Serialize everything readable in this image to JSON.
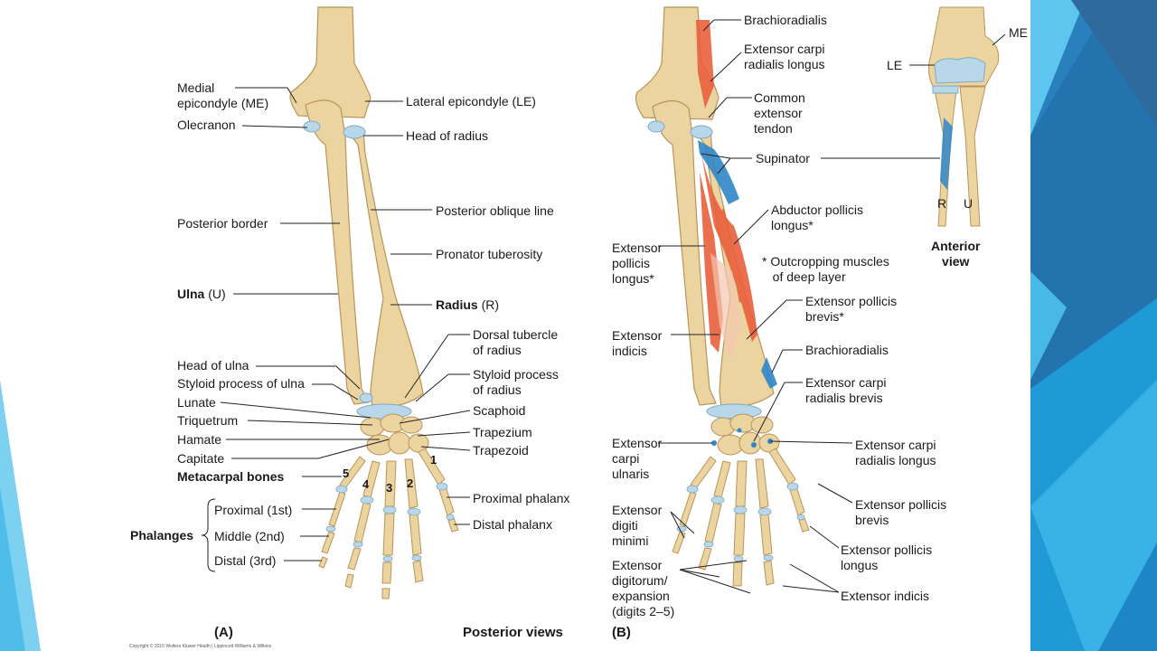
{
  "panel_a": {
    "letter": "(A)",
    "view_caption": "Posterior views",
    "labels": {
      "medial_epicondyle": "Medial\nepicondyle (ME)",
      "olecranon": "Olecranon",
      "lateral_epicondyle": "Lateral epicondyle (LE)",
      "head_of_radius": "Head of radius",
      "posterior_border": "Posterior border",
      "posterior_oblique_line": "Posterior oblique line",
      "pronator_tuberosity": "Pronator tuberosity",
      "ulna_name": "Ulna",
      "ulna_abbr": " (U)",
      "radius_name": "Radius",
      "radius_abbr": " (R)",
      "dorsal_tubercle": "Dorsal tubercle\nof radius",
      "head_of_ulna": "Head of ulna",
      "styloid_ulna": "Styloid process of ulna",
      "styloid_radius": "Styloid process\nof radius",
      "lunate": "Lunate",
      "scaphoid": "Scaphoid",
      "triquetrum": "Triquetrum",
      "trapezium": "Trapezium",
      "hamate": "Hamate",
      "trapezoid": "Trapezoid",
      "capitate": "Capitate",
      "metacarpal_bones": "Metacarpal bones",
      "phalanges": "Phalanges",
      "proximal_1st": "Proximal (1st)",
      "middle_2nd": "Middle (2nd)",
      "distal_3rd": "Distal (3rd)",
      "proximal_phalanx": "Proximal phalanx",
      "distal_phalanx": "Distal phalanx"
    },
    "digit_numbers": [
      "1",
      "2",
      "3",
      "4",
      "5"
    ]
  },
  "panel_b": {
    "letter": "(B)",
    "labels": {
      "brachioradialis_top": "Brachioradialis",
      "ecrl_top": "Extensor carpi\nradialis longus",
      "common_extensor": "Common\nextensor\ntendon",
      "supinator": "Supinator",
      "abductor_pollicis_longus": "Abductor pollicis\nlongus*",
      "outcropping_note": "* Outcropping muscles\n   of deep layer",
      "epl_left": "Extensor\npollicis\nlongus*",
      "epb_mid": "Extensor pollicis\nbrevis*",
      "extensor_indicis_left": "Extensor\nindicis",
      "brachioradialis_mid": "Brachioradialis",
      "ecrb": "Extensor carpi\nradialis brevis",
      "ecu": "Extensor\ncarpi\nulnaris",
      "ecrl_right": "Extensor carpi\nradialis longus",
      "edm": "Extensor\ndigiti\nminimi",
      "epb_right": "Extensor pollicis\nbrevis",
      "epl_right": "Extensor pollicis\nlongus",
      "ed": "Extensor\ndigitorum/\nexpansion\n(digits 2–5)",
      "extensor_indicis_right": "Extensor indicis"
    }
  },
  "inset": {
    "me": "ME",
    "le": "LE",
    "r": "R",
    "u": "U",
    "caption": "Anterior\nview"
  },
  "copyright": "Copyright © 2015 Wolters Kluwer Health | Lippincott Williams & Wilkins",
  "colors": {
    "bone": "#ecd4a0",
    "bone_outline": "#b99458",
    "cartilage": "#b8d8ea",
    "muscle_red": "#e8603c",
    "muscle_blue": "#2f86c8",
    "theme_blue_dark": "#1f6fa8",
    "theme_blue_light": "#5cc6ee"
  }
}
